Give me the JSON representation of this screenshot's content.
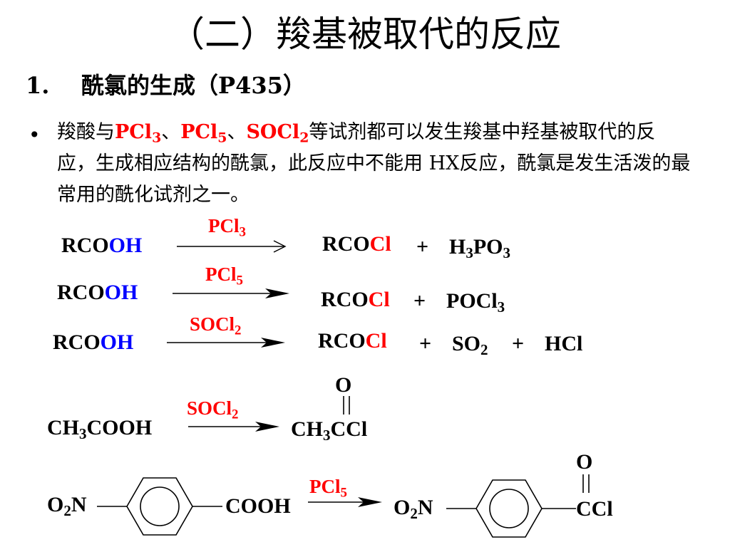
{
  "title": "（二）羧基被取代的反应",
  "heading": {
    "number": "1.",
    "text": "酰氯的生成（P435）"
  },
  "bullet": {
    "marker": "•",
    "lead": "羧酸与",
    "reagent1": "PCl",
    "reagent1_sub": "3",
    "sep1": "、",
    "reagent2": "PCl",
    "reagent2_sub": "5",
    "sep2": "、",
    "reagent3": "SOCl",
    "reagent3_sub": "2",
    "rest": "等试剂都可以发生羧基中羟基被取代的反应，生成相应结构的酰氯，此反应中不能用 HX反应，酰氯是发生活泼的最常用的酰化试剂之一。"
  },
  "reactions": [
    {
      "reactant_a": "RCO",
      "reactant_b": "OH",
      "reagent": "PCl",
      "reagent_sub": "3",
      "product_a": "RCO",
      "product_b": "Cl",
      "plus1": "+",
      "byproduct1": "H",
      "byproduct1_sub1": "3",
      "byproduct1_mid": "PO",
      "byproduct1_sub2": "3"
    },
    {
      "reactant_a": "RCO",
      "reactant_b": "OH",
      "reagent": "PCl",
      "reagent_sub": "5",
      "product_a": "RCO",
      "product_b": "Cl",
      "plus1": "+",
      "byproduct1": "POCl",
      "byproduct1_sub": "3"
    },
    {
      "reactant_a": "RCO",
      "reactant_b": "OH",
      "reagent": "SOCl",
      "reagent_sub": "2",
      "product_a": "RCO",
      "product_b": "Cl",
      "plus1": "+",
      "byproduct1": "SO",
      "byproduct1_sub": "2",
      "plus2": "+",
      "byproduct2": "HCl"
    }
  ],
  "example1": {
    "reactant": "CH",
    "reactant_sub": "3",
    "reactant_rest": "COOH",
    "reagent": "SOCl",
    "reagent_sub": "2",
    "product": "CH",
    "product_sub": "3",
    "product_rest": "CCl",
    "carbonyl_o": "O"
  },
  "example2": {
    "nitro": "O",
    "nitro_sub": "2",
    "nitro_rest": "N",
    "acid": "COOH",
    "reagent": "PCl",
    "reagent_sub": "5",
    "nitro_p": "O",
    "nitro_p_sub": "2",
    "nitro_p_rest": "N",
    "product": "CCl",
    "carbonyl_o": "O"
  }
}
